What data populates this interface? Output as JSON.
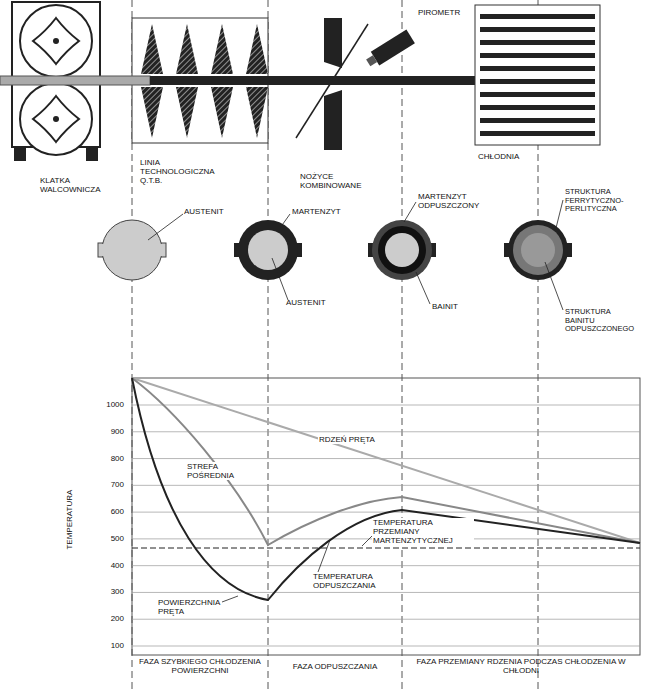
{
  "diagram": {
    "labels": [
      "KLATKA WALCOWNICZA",
      "LINIA TECHNOLOGICZNA Q.T.B.",
      "NOŻYCE KOMBINOWANE",
      "PIROMETR",
      "CHŁODNIA",
      "AUSTENIT",
      "MARTENZYT",
      "MARTENZYT ODPUSZCZONY",
      "STRUKTURA FERRYTYCZNO-PERLITYCZNA",
      "AUSTENIT",
      "BAINIT",
      "STRUKTURA BAINITU ODPUSZCZONEGO",
      "TEMPERATURA",
      "1000",
      "900",
      "800",
      "700",
      "600",
      "500",
      "400",
      "300",
      "200",
      "100",
      "RDZEŃ PRĘTA",
      "STREFA POŚREDNIA",
      "TEMPERATURA PRZEMIANY MARTENZYTYCZNEJ",
      "TEMPERATURA ODPUSZCZANIA",
      "POWIERZCHNIA PRĘTA",
      "FAZA SZYBKIEGO CHŁODZENIA POWIERZCHNI",
      "FAZA ODPUSZCZANIA",
      "FAZA PRZEMIANY RDZENIA PODCZAS CHŁODZENIA W CHŁODNI"
    ]
  }
}
